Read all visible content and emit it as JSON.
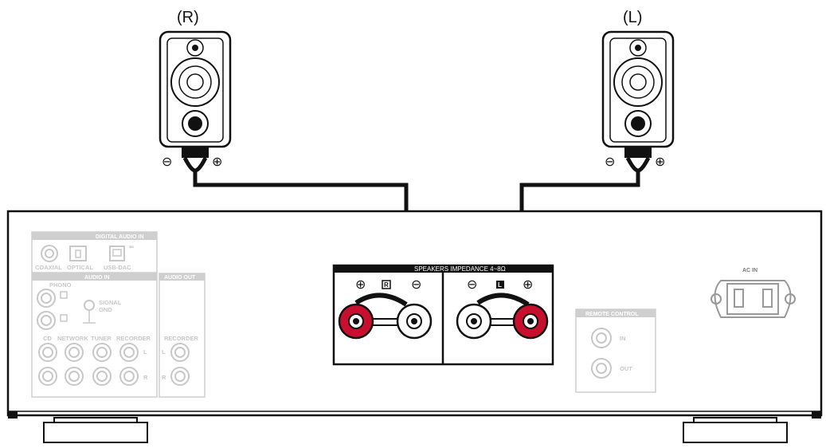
{
  "speakers": {
    "right": {
      "label": "(R)",
      "minus": "⊖",
      "plus": "⊕"
    },
    "left": {
      "label": "(L)",
      "minus": "⊖",
      "plus": "⊕"
    }
  },
  "digital_in": {
    "title": "DIGITAL AUDIO IN",
    "coaxial": "COAXIAL",
    "optical": "OPTICAL",
    "usb": "USB-DAC"
  },
  "audio_in": {
    "title": "AUDIO IN",
    "phono": "PHONO",
    "signal": "SIGNAL",
    "gnd": "GND",
    "cd": "CD",
    "network": "NETWORK",
    "tuner": "TUNER",
    "recorder": "RECORDER",
    "ch_l": "L",
    "ch_r": "R"
  },
  "audio_out": {
    "title": "AUDIO OUT",
    "recorder": "RECORDER",
    "ch_l": "L",
    "ch_r": "R"
  },
  "terminals": {
    "header": "SPEAKERS    IMPEDANCE 4~8Ω",
    "plus": "⊕",
    "minus": "⊖",
    "r_badge": "R",
    "l_badge": "L"
  },
  "remote": {
    "title": "REMOTE CONTROL",
    "in": "IN",
    "out": "OUT"
  },
  "ac": {
    "title": "AC IN"
  },
  "colors": {
    "red_terminal": "#c8102e",
    "panel_gray": "#c8c8c8",
    "cable": "#111111"
  }
}
